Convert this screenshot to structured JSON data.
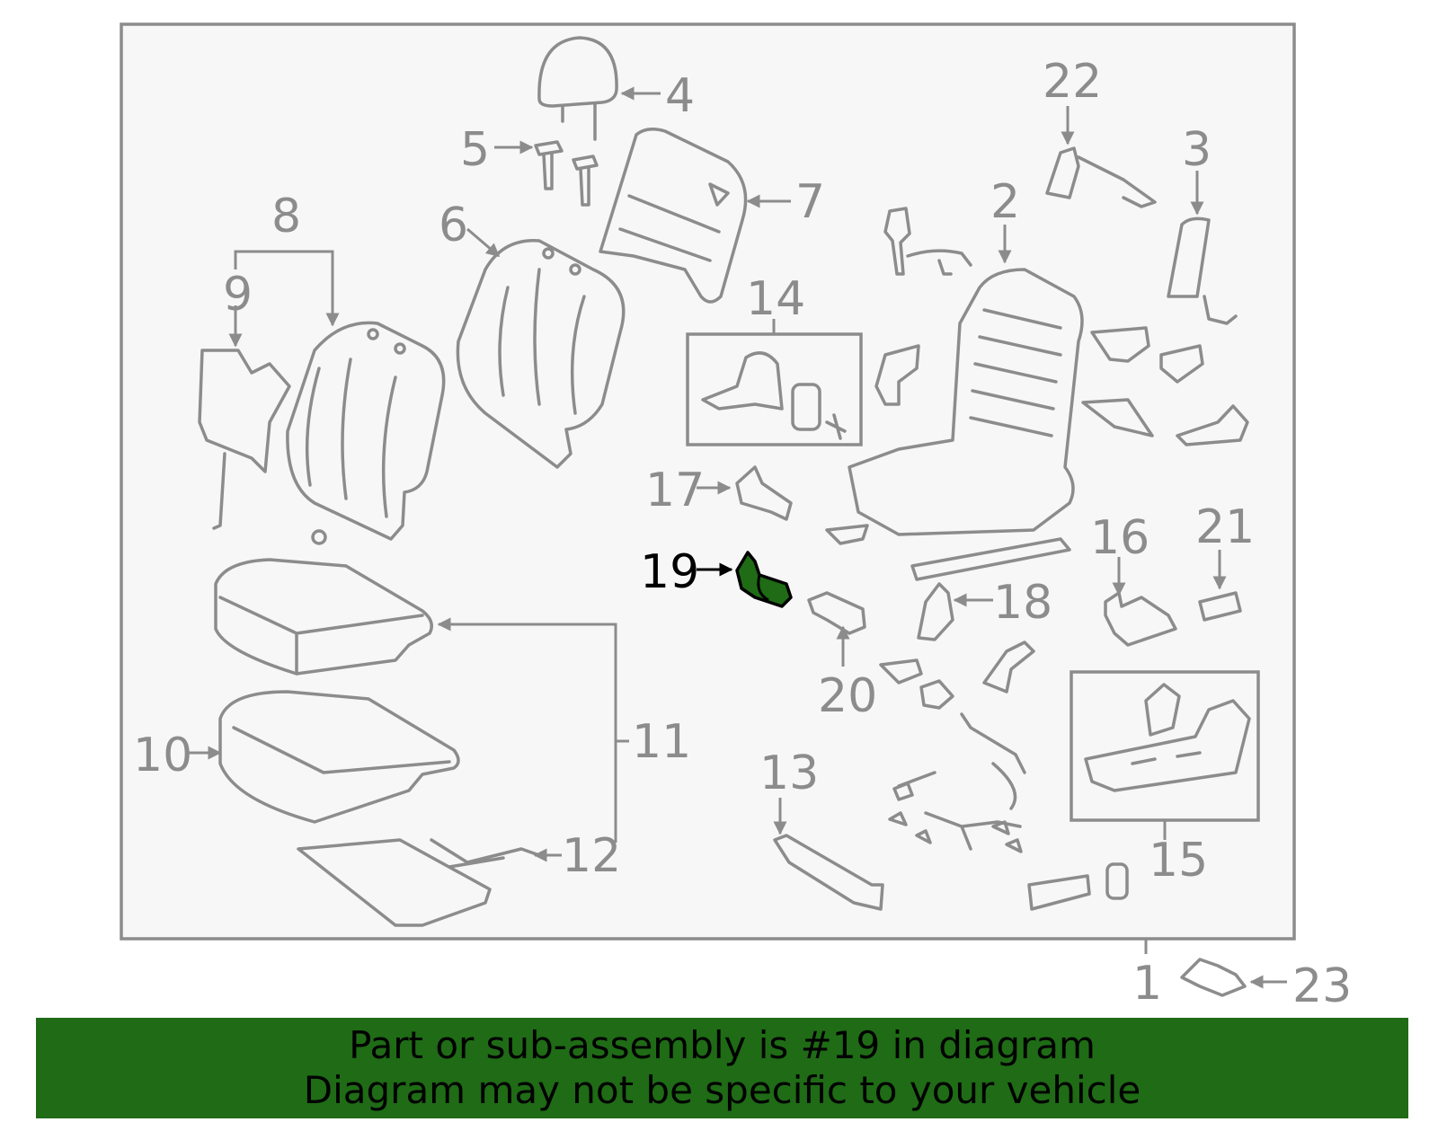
{
  "highlight_color": "#1f6b16",
  "banner": {
    "line1": "Part or sub-assembly is #19 in diagram",
    "line2": "Diagram may not be specific to your vehicle"
  },
  "callouts": {
    "c1": "1",
    "c2": "2",
    "c3": "3",
    "c4": "4",
    "c5": "5",
    "c6": "6",
    "c7": "7",
    "c8": "8",
    "c9": "9",
    "c10": "10",
    "c11": "11",
    "c12": "12",
    "c13": "13",
    "c14": "14",
    "c15": "15",
    "c16": "16",
    "c17": "17",
    "c18": "18",
    "c19": "19",
    "c20": "20",
    "c21": "21",
    "c22": "22",
    "c23": "23"
  },
  "highlighted_part": "19"
}
